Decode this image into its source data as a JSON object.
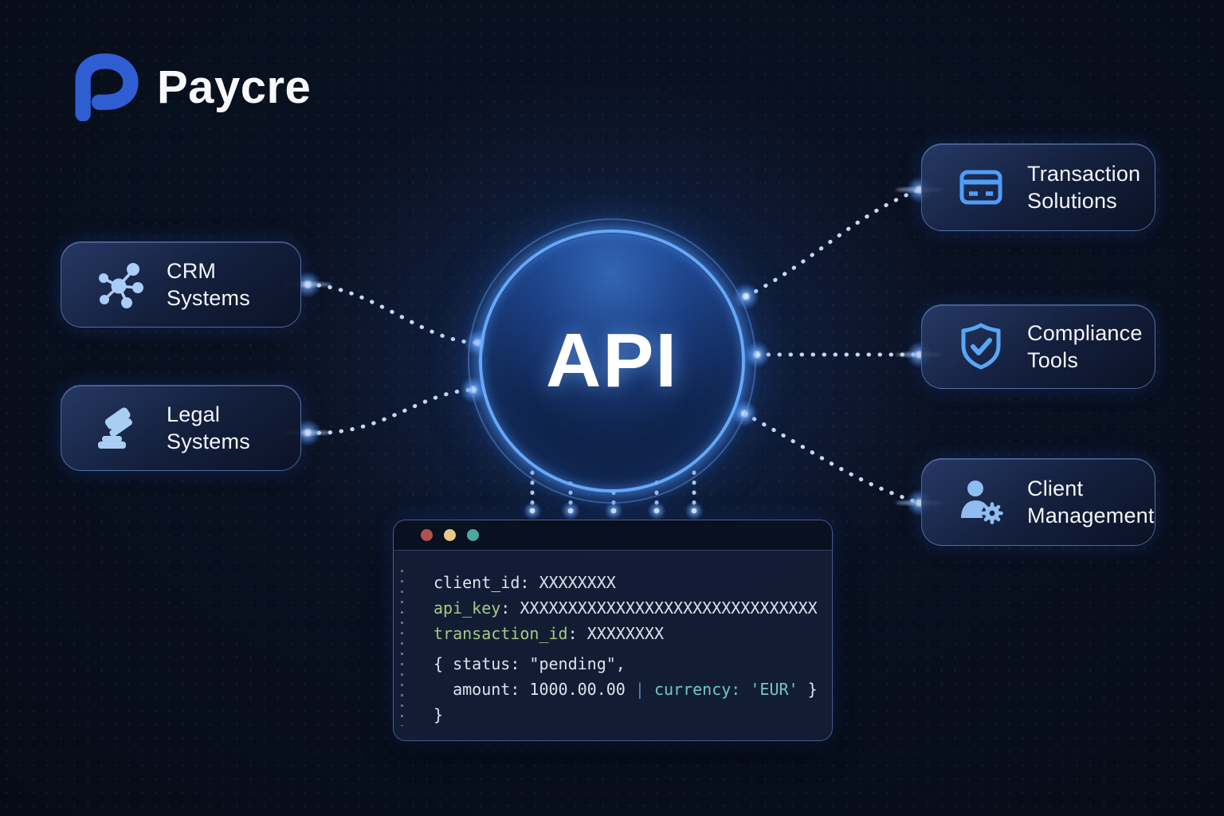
{
  "brand": {
    "name": "Paycre",
    "logo_icon": "paycre-p-logo-icon",
    "logo_color": "#2f5ed3"
  },
  "hub": {
    "label": "API"
  },
  "nodes": {
    "left": [
      {
        "id": "crm",
        "icon": "network-hub-icon",
        "label_line1": "CRM",
        "label_line2": "Systems"
      },
      {
        "id": "legal",
        "icon": "gavel-icon",
        "label_line1": "Legal",
        "label_line2": "Systems"
      }
    ],
    "right": [
      {
        "id": "transaction",
        "icon": "credit-card-icon",
        "label_line1": "Transaction",
        "label_line2": "Solutions"
      },
      {
        "id": "compliance",
        "icon": "shield-check-icon",
        "label_line1": "Compliance",
        "label_line2": "Tools"
      },
      {
        "id": "client",
        "icon": "user-gear-icon",
        "label_line1": "Client",
        "label_line2": "Management"
      }
    ]
  },
  "code_window": {
    "traffic_light_colors": [
      "#b1524e",
      "#e7c984",
      "#4ba99b"
    ],
    "token_colors": {
      "plain": "#dbe3ee",
      "green": "#a4ca83",
      "blue": "#5b84c4",
      "teal": "#6fc8ca"
    },
    "lines": [
      {
        "tokens": [
          {
            "text": "client_id: XXXXXXXX",
            "color": "plain"
          }
        ]
      },
      {
        "tokens": [
          {
            "text": "api_key",
            "color": "green"
          },
          {
            "text": ": ",
            "color": "plain"
          },
          {
            "text": "XXXXXXXXXXXXXXXXXXXXXXXXXXXXXXX",
            "color": "plain"
          }
        ]
      },
      {
        "tokens": [
          {
            "text": "transaction_id",
            "color": "green"
          },
          {
            "text": ": ",
            "color": "plain"
          },
          {
            "text": "XXXXXXXX",
            "color": "plain"
          }
        ]
      },
      {
        "gap_before": true,
        "tokens": [
          {
            "text": "{ status: \"pending\",",
            "color": "plain"
          }
        ]
      },
      {
        "tokens": [
          {
            "text": "  amount: 1000.00.00 ",
            "color": "plain"
          },
          {
            "text": "| ",
            "color": "blue"
          },
          {
            "text": "currency: 'EUR'",
            "color": "teal"
          },
          {
            "text": " }",
            "color": "plain"
          }
        ]
      },
      {
        "tokens": [
          {
            "text": "}",
            "color": "plain"
          }
        ]
      }
    ]
  },
  "colors": {
    "background": "#070d1a",
    "accent_blue": "#4f9df8",
    "ring_blue": "#69afff",
    "icon_light_blue": "#a9cdf6",
    "card_border": "#80a2e4",
    "dotted_line": "#cfe2ff"
  }
}
